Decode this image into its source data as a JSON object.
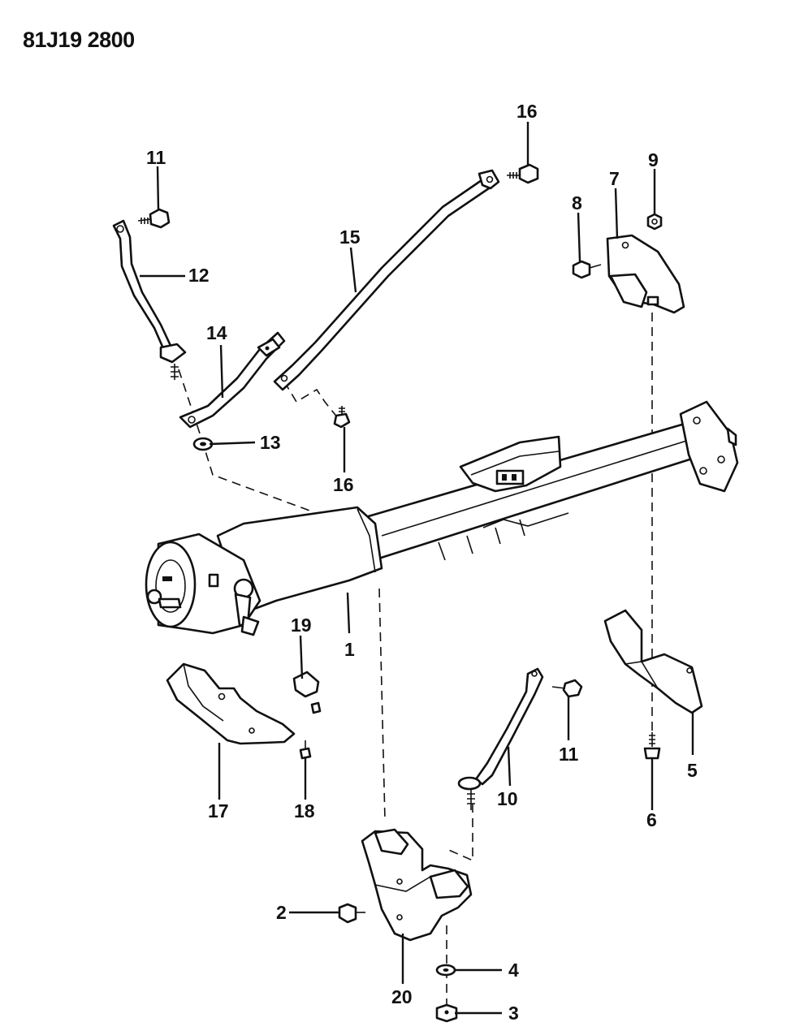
{
  "diagram_code": "81J19 2800",
  "callouts": {
    "c1": "1",
    "c2": "2",
    "c3": "3",
    "c4": "4",
    "c5": "5",
    "c6": "6",
    "c7": "7",
    "c8": "8",
    "c9": "9",
    "c10": "10",
    "c11a": "11",
    "c11b": "11",
    "c12": "12",
    "c13": "13",
    "c14": "14",
    "c15": "15",
    "c16a": "16",
    "c16b": "16",
    "c17": "17",
    "c18": "18",
    "c19": "19",
    "c20": "20"
  }
}
